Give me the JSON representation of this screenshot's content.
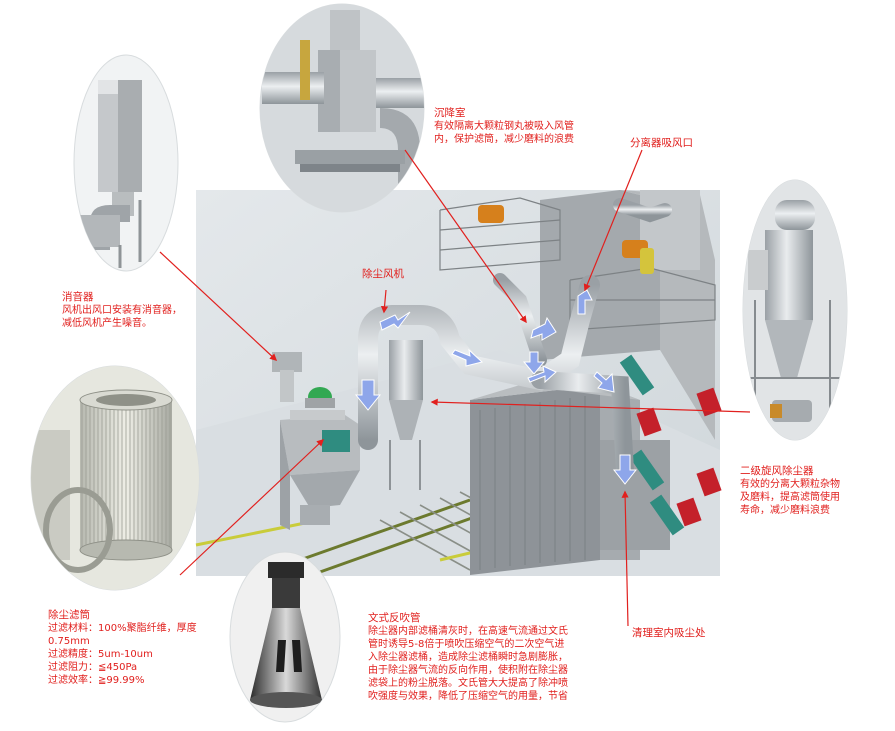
{
  "colors": {
    "annotation_red": "#e1201e",
    "arrow_blue": "#8ea6ea",
    "machine_grey": "#b3b8bc",
    "frame_teal": "#2f8c80",
    "motor_orange": "#d6801c",
    "valve_red": "#c4202a",
    "scene_bg": "#dde3e7"
  },
  "labels": {
    "silencer": {
      "title": "消音器",
      "lines": [
        "风机出风口安装有消音器，",
        "减低风机产生噪音。"
      ]
    },
    "settling": {
      "title": "沉降室",
      "lines": [
        "有效隔离大颗粒钢丸被吸入风管",
        "内，保护滤筒，减少磨料的浪费"
      ]
    },
    "separator_inlet": {
      "title": "分离器吸风口"
    },
    "dust_fan": {
      "title": "除尘风机"
    },
    "cyclone": {
      "title": "二级旋风除尘器",
      "lines": [
        "有效的分离大颗粒杂物",
        "及磨料，提高滤筒使用",
        "寿命，减少磨料浪费"
      ]
    },
    "filter": {
      "title": "除尘滤筒",
      "lines": [
        "过滤材料：100%聚脂纤维，厚度",
        "0.75mm",
        "过滤精度：5um-10um",
        "过滤阻力：≦450Pa",
        "过滤效率：≧99.99%"
      ]
    },
    "venturi": {
      "title": "文式反吹管",
      "lines": [
        "除尘器内部滤桶清灰时，在高速气流通过文氏",
        "管时诱导5-8倍于喷吹压缩空气的二次空气进",
        "入除尘器滤桶，造成除尘滤桶瞬时急剧膨胀，",
        "由于除尘器气流的反向作用，使积附在除尘器",
        "滤袋上的粉尘脱落。文氏管大大提高了除冲喷",
        "吹强度与效果，降低了压缩空气的用量，节省"
      ]
    },
    "room_inlet": {
      "title": "清理室内吸尘处"
    }
  }
}
